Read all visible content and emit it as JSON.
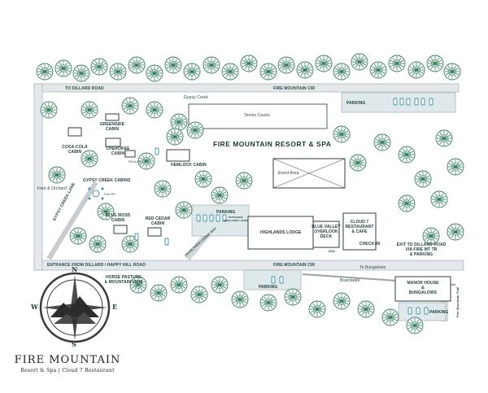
{
  "colors": {
    "road": "#e5e8ea",
    "road_edge": "#9aa2a6",
    "parking": "#dfe8ea",
    "building_fill": "#ffffff",
    "building_stroke": "#2c3e40",
    "tree": "#2e7a5a",
    "car": "#3a8fa0",
    "text": "#1f3a3a"
  },
  "map": {
    "title": "FIRE MOUNTAIN RESORT & SPA",
    "roads": {
      "to_dillard_road": "TO DILLARD ROAD",
      "fire_mountain_cir_top": "FIRE MOUNTAIN CIR",
      "gypsy_creek": "Gypsy Creek",
      "entrance": "ENTRANCE FROM DILLARD / HAPPY HILL ROAD",
      "fire_mountain_cir_bottom": "FIRE MOUNTAIN CIR",
      "to_bungalows": "To Bungalows",
      "gypsy_creek_lane": "GYPSY CREEK LANE",
      "highlands_lodge_way": "HIGHLANDS LODGE WAY",
      "boardwalk": "Boardwalk",
      "fire_mtn_trail": "Fire Mountain Trail"
    },
    "labels": {
      "tennis_courts": "Tennis Courts",
      "greenside_cabin": "GREENSIDE\nCABIN",
      "coca_cola_cabin": "COCA-COLA\nCABIN",
      "cherokee_cabin": "CHEROKEE\nCABIN",
      "pavilion": "PAVILION",
      "hemlock_cabin": "HEMLOCK CABIN",
      "gypsy_creek_cabins": "GYPSY CREEK CABINS",
      "ford_orchard": "Ford & Orchard",
      "fire_pit": "Fire Pit",
      "blue_moss_cabin": "BLUE MOSS\nCABIN",
      "red_cedar_cabin": "RED CEDAR\nCABIN",
      "parking_lodge": "PARKING",
      "parking_lodge_sub": "ENTRANCE\nHIGHLANDS LODGE",
      "highlands_lodge": "HIGHLANDS LODGE",
      "blue_valley_deck": "BLUE VALLEY\nOVERLOOK\nDECK",
      "cloud7": "CLOUD 7\nRESTAURANT\n& CAFE",
      "check_in": "CHECK-IN",
      "event_area": "Event Area",
      "exit": "EXIT TO DILLARD ROAD\nVIA FIRE MT TR\n& PARKING",
      "horse_pasture": "HORSE PASTURE\n& MOUNTAIN VIEW",
      "parking_top": "PARKING",
      "parking_bottom": "PARKING",
      "manor_house": "MANOR HOUSE\n&\nBUNGALOWS",
      "parking_right": "PARKING",
      "sod": "SOD"
    }
  },
  "compass": {
    "n": "N",
    "s": "S",
    "e": "E",
    "w": "W"
  },
  "brand": {
    "name": "FIRE MOUNTAIN",
    "subtitle": "Resort & Spa | Cloud 7 Restaurant"
  }
}
